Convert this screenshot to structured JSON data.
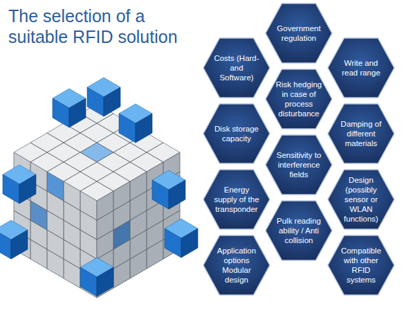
{
  "diagram": {
    "title": "The selection of a suitable RFID solution",
    "nodes": [
      {
        "text": [
          "Government regulation"
        ]
      },
      {
        "text": [
          "Costs (Hard- and Software)"
        ]
      },
      {
        "text": [
          "Write and read range"
        ]
      },
      {
        "text": [
          "Risk hedging in case of process disturbance"
        ]
      },
      {
        "text": [
          "Disk storage capacity"
        ]
      },
      {
        "text": [
          "Damping of different materials"
        ]
      },
      {
        "text": [
          "Sensitivity to interference fields"
        ]
      },
      {
        "text": [
          "Energy supply of the transponder"
        ]
      },
      {
        "text": [
          "Design (possibly sensor or WLAN functions)"
        ]
      },
      {
        "text": [
          "Pulk reading ability / Anti collision"
        ]
      },
      {
        "text": [
          "Application options Modular design"
        ]
      },
      {
        "text": [
          "Compatible with other RFID systems"
        ]
      }
    ]
  }
}
